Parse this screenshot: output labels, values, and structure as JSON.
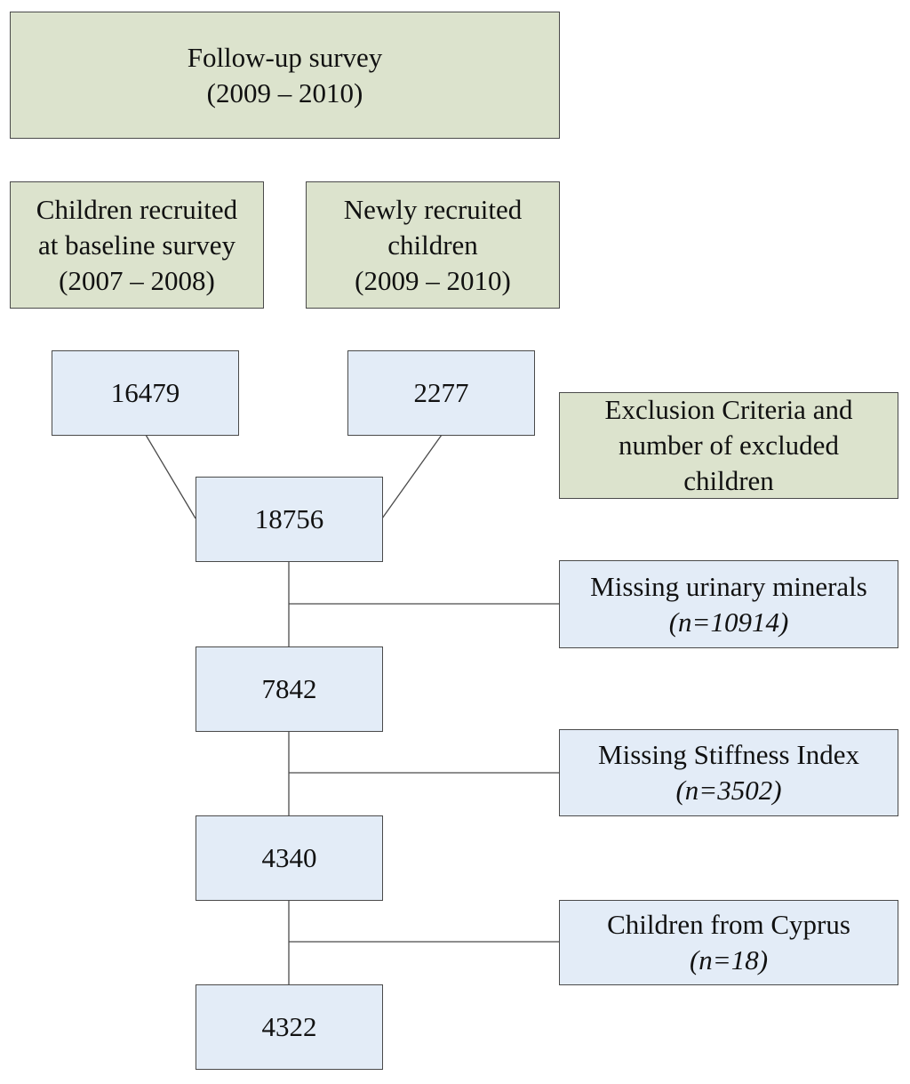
{
  "header": {
    "line1": "Follow-up survey",
    "line2": "(2009 – 2010)"
  },
  "sources": {
    "baseline": {
      "line1": "Children recruited",
      "line2": "at baseline survey",
      "line3": "(2007 – 2008)"
    },
    "new": {
      "line1": "Newly recruited",
      "line2": "children",
      "line3": "(2009 – 2010)"
    }
  },
  "counts": {
    "baseline": "16479",
    "new": "2277",
    "total": "18756",
    "after_minerals": "7842",
    "after_stiffness": "4340",
    "final": "4322"
  },
  "exclusion_header": {
    "line1": "Exclusion Criteria and",
    "line2": "number of excluded",
    "line3": "children"
  },
  "exclusions": [
    {
      "label": "Missing urinary minerals",
      "n": "(n=10914)"
    },
    {
      "label": "Missing Stiffness Index",
      "n": "(n=3502)"
    },
    {
      "label": "Children from Cyprus",
      "n": "(n=18)"
    }
  ],
  "colors": {
    "header_fill": "#dce3cd",
    "count_fill": "#e3ecf7",
    "border": "#4a4a4a"
  }
}
